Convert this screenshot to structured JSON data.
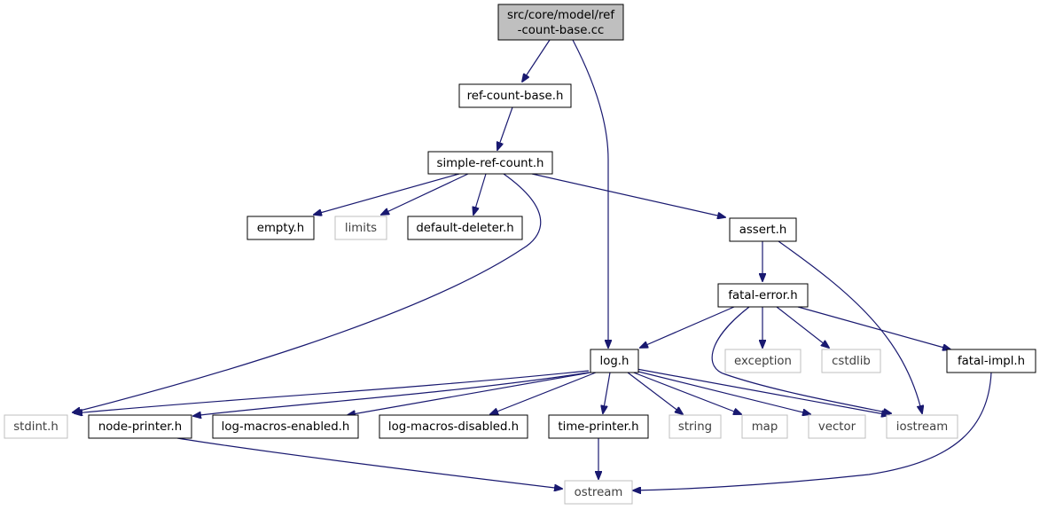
{
  "diagram": {
    "colors": {
      "edge": "#191970",
      "internal_border": "#000000",
      "external_border": "#bfbfbf",
      "root_fill": "#bfbfbf",
      "background": "#ffffff"
    },
    "root": {
      "line1": "src/core/model/ref",
      "line2": "-count-base.cc"
    },
    "nodes": {
      "ref_count_base_h": "ref-count-base.h",
      "simple_ref_count_h": "simple-ref-count.h",
      "empty_h": "empty.h",
      "limits": "limits",
      "default_deleter_h": "default-deleter.h",
      "assert_h": "assert.h",
      "fatal_error_h": "fatal-error.h",
      "exception": "exception",
      "cstdlib": "cstdlib",
      "fatal_impl_h": "fatal-impl.h",
      "log_h": "log.h",
      "stdint_h": "stdint.h",
      "node_printer_h": "node-printer.h",
      "log_macros_enabled_h": "log-macros-enabled.h",
      "log_macros_disabled_h": "log-macros-disabled.h",
      "time_printer_h": "time-printer.h",
      "string": "string",
      "map": "map",
      "vector": "vector",
      "iostream": "iostream",
      "ostream": "ostream"
    }
  }
}
